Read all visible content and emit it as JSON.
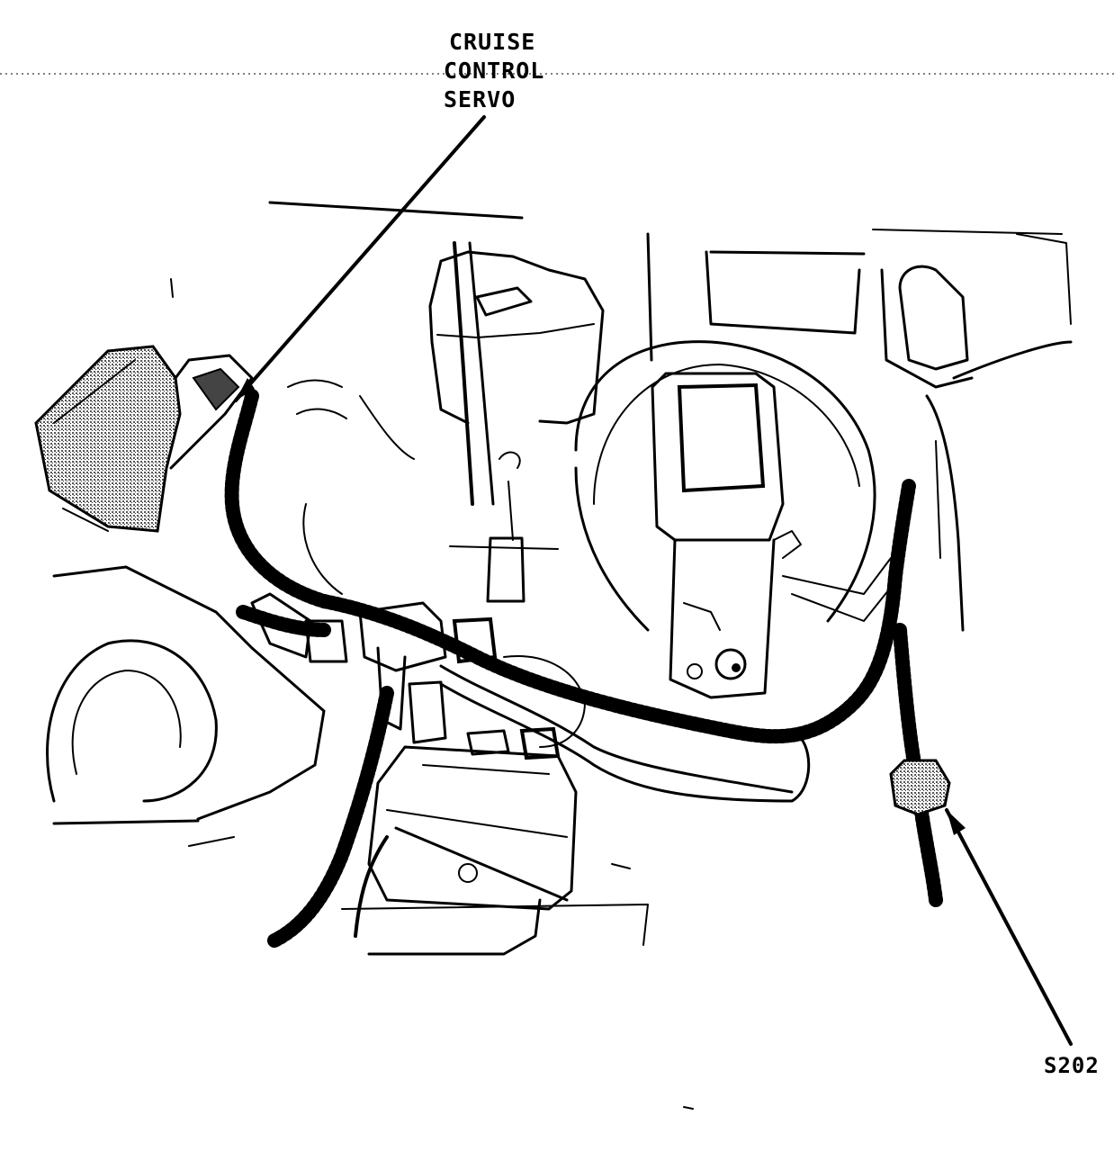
{
  "callouts": {
    "servo": {
      "line1": "CRUISE",
      "line2": "CONTROL",
      "line3": "SERVO"
    },
    "splice": {
      "text": "S202"
    }
  },
  "colors": {
    "ink": "#000000",
    "paper": "#ffffff",
    "shading": "#8a8a8a"
  }
}
